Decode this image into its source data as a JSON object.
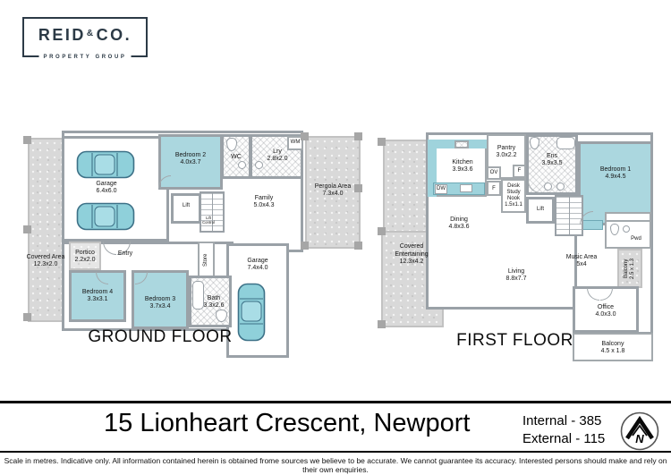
{
  "logo": {
    "brand_pre": "REID",
    "brand_amp": "&",
    "brand_post": "CO.",
    "tagline": "PROPERTY GROUP"
  },
  "ground_floor": {
    "title": "GROUND FLOOR",
    "rooms": {
      "covered_area": {
        "name": "Covered Area",
        "dims": "12.3x2.0"
      },
      "garage_double": {
        "name": "Garage",
        "dims": "6.4x6.0"
      },
      "bedroom2": {
        "name": "Bedroom 2",
        "dims": "4.0x3.7"
      },
      "wc": {
        "name": "WC"
      },
      "laundry": {
        "name": "Lry",
        "dims": "2.8x2.0"
      },
      "wm": {
        "name": "WM"
      },
      "family": {
        "name": "Family",
        "dims": "5.0x4.3"
      },
      "pergola": {
        "name": "Pergola Area",
        "dims": "7.3x4.0"
      },
      "lift": {
        "name": "Lift"
      },
      "lift_control": {
        "name": "Lift Control"
      },
      "portico": {
        "name": "Portico",
        "dims": "2.2x2.0"
      },
      "entry": {
        "name": "Entry"
      },
      "store": {
        "name": "Store"
      },
      "bedroom4": {
        "name": "Bedroom 4",
        "dims": "3.3x3.1"
      },
      "bedroom3": {
        "name": "Bedroom 3",
        "dims": "3.7x3.4"
      },
      "bath": {
        "name": "Bath",
        "dims": "3.3x2.6"
      },
      "garage_single": {
        "name": "Garage",
        "dims": "7.4x4.0"
      }
    }
  },
  "first_floor": {
    "title": "FIRST FLOOR",
    "rooms": {
      "kitchen": {
        "name": "Kitchen",
        "dims": "3.9x3.6"
      },
      "dw": {
        "name": "DW"
      },
      "pantry": {
        "name": "Pantry",
        "dims": "3.0x2.2"
      },
      "ov": {
        "name": "OV"
      },
      "fridge1": {
        "name": "F"
      },
      "fridge2": {
        "name": "F"
      },
      "desk_nook": {
        "name": "Desk Study Nook",
        "dims": "1.5x1.1"
      },
      "ens": {
        "name": "Ens",
        "dims": "3.9x3.5"
      },
      "bedroom1": {
        "name": "Bedroom 1",
        "dims": "4.9x4.5"
      },
      "lift": {
        "name": "Lift"
      },
      "dining": {
        "name": "Dining",
        "dims": "4.8x3.6"
      },
      "covered_entertaining": {
        "name": "Covered Entertaining",
        "dims": "12.3x4.2"
      },
      "living": {
        "name": "Living",
        "dims": "8.8x7.7"
      },
      "music": {
        "name": "Music Area",
        "dims": "5x4"
      },
      "pwd": {
        "name": "Pwd"
      },
      "balcony_side": {
        "name": "Balcony",
        "dims": "2.5 x 1.3"
      },
      "office": {
        "name": "Office",
        "dims": "4.0x3.0"
      },
      "balcony_rear": {
        "name": "Balcony",
        "dims": "4.5 x 1.8"
      }
    }
  },
  "footer": {
    "address": "15 Lionheart Crescent, Newport",
    "internal": "Internal - 385",
    "external": "External - 115",
    "compass_n": "N",
    "disclaimer": "Scale in metres. Indicative only. All information contained herein is obtained frome sources we believe to be accurate. We cannot guarantee its accuracy. Interested persons should make and rely on their own enquiries.",
    "colors": {
      "accent_teal": "#abd7df",
      "outdoor_gray": "#d9d9d9",
      "logo_navy": "#2c3a46"
    }
  }
}
